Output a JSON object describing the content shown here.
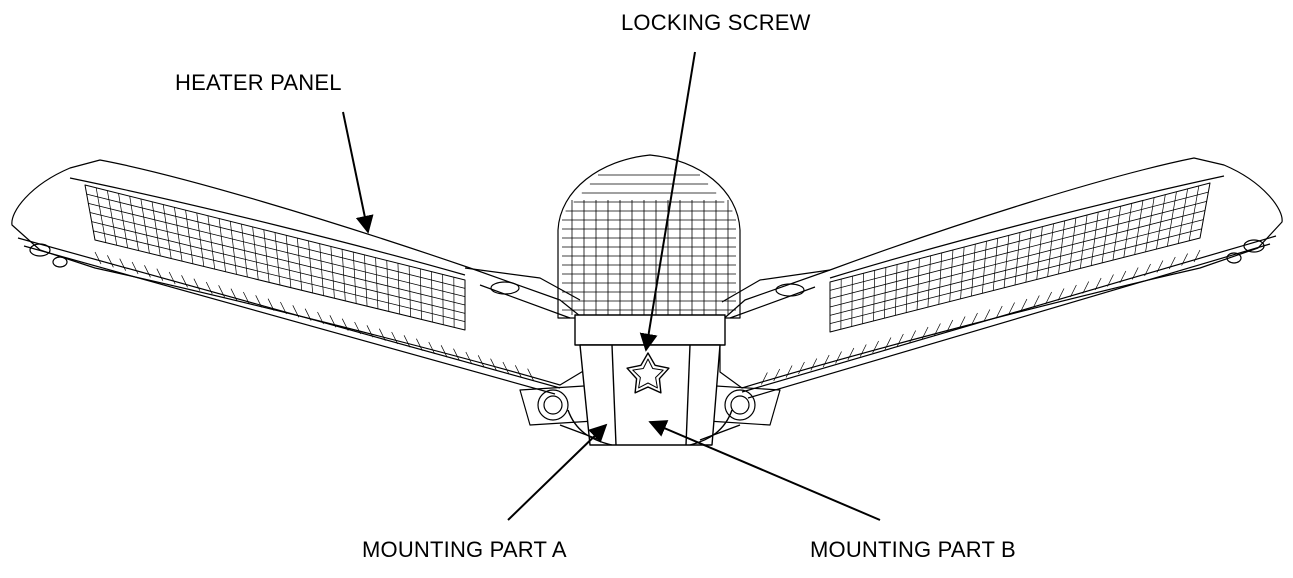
{
  "callouts": {
    "locking_screw": "LOCKING SCREW",
    "heater_panel": "HEATER PANEL",
    "mounting_part_a": "MOUNTING PART A",
    "mounting_part_b": "MOUNTING PART B"
  },
  "colors": {
    "line": "#000000",
    "background": "#ffffff"
  }
}
